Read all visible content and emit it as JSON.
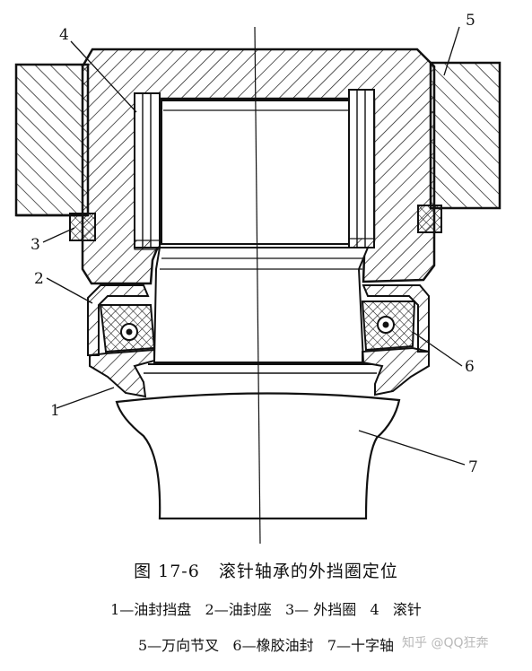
{
  "labels": {
    "n1": "1",
    "n2": "2",
    "n3": "3",
    "n4": "4",
    "n5": "5",
    "n6": "6",
    "n7": "7"
  },
  "caption": {
    "title": "图 17-6   滚针轴承的外挡圈定位",
    "legend_line1": "1—油封挡盘   2—油封座   3— 外挡圈   4   滚针",
    "legend_line2": "5—万向节叉   6—橡胶油封   7—十字轴"
  },
  "watermark": "知乎 @QQ狂奔"
}
